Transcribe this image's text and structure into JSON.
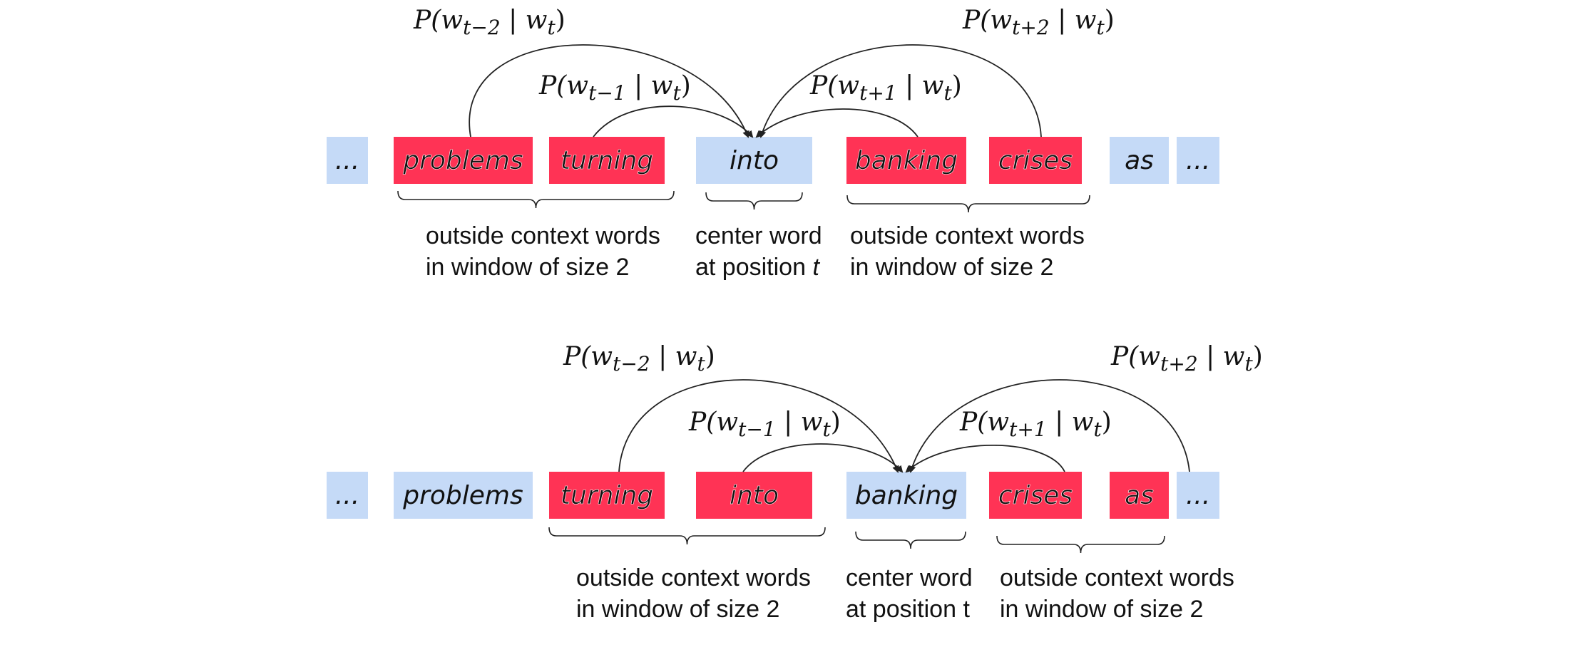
{
  "colors": {
    "context": "#ff3355",
    "other": "#c5daf7",
    "text": "#111111",
    "line": "#222222"
  },
  "diagrams": [
    {
      "tokens": [
        {
          "text": "...",
          "role": "other"
        },
        {
          "text": "problems",
          "role": "context"
        },
        {
          "text": "turning",
          "role": "context"
        },
        {
          "text": "into",
          "role": "center"
        },
        {
          "text": "banking",
          "role": "context"
        },
        {
          "text": "crises",
          "role": "context"
        },
        {
          "text": "as",
          "role": "other"
        },
        {
          "text": "...",
          "role": "other"
        }
      ],
      "probs": [
        {
          "sub": "t−2",
          "label": "P(w_{t−2} | w_t)"
        },
        {
          "sub": "t−1",
          "label": "P(w_{t−1} | w_t)"
        },
        {
          "sub": "t+1",
          "label": "P(w_{t+1} | w_t)"
        },
        {
          "sub": "t+2",
          "label": "P(w_{t+2} | w_t)"
        }
      ],
      "captions": {
        "left": [
          "outside context words",
          "in window of size 2"
        ],
        "center_line1": "center word",
        "center_line2_prefix": "at position ",
        "center_line2_var": "t",
        "right": [
          "outside context words",
          "in window of size 2"
        ]
      }
    },
    {
      "tokens": [
        {
          "text": "...",
          "role": "other"
        },
        {
          "text": "problems",
          "role": "other"
        },
        {
          "text": "turning",
          "role": "context"
        },
        {
          "text": "into",
          "role": "context"
        },
        {
          "text": "banking",
          "role": "center"
        },
        {
          "text": "crises",
          "role": "context"
        },
        {
          "text": "as",
          "role": "context"
        },
        {
          "text": "...",
          "role": "other"
        }
      ],
      "probs": [
        {
          "sub": "t−2",
          "label": "P(w_{t−2} | w_t)"
        },
        {
          "sub": "t−1",
          "label": "P(w_{t−1} | w_t)"
        },
        {
          "sub": "t+1",
          "label": "P(w_{t+1} | w_t)"
        },
        {
          "sub": "t+2",
          "label": "P(w_{t+2} | w_t)"
        }
      ],
      "captions": {
        "left": [
          "outside context words",
          "in window of size 2"
        ],
        "center_line1": "center word",
        "center_line2_prefix": "at position t",
        "center_line2_var": "",
        "right": [
          "outside context words",
          "in window of size 2"
        ]
      }
    }
  ]
}
